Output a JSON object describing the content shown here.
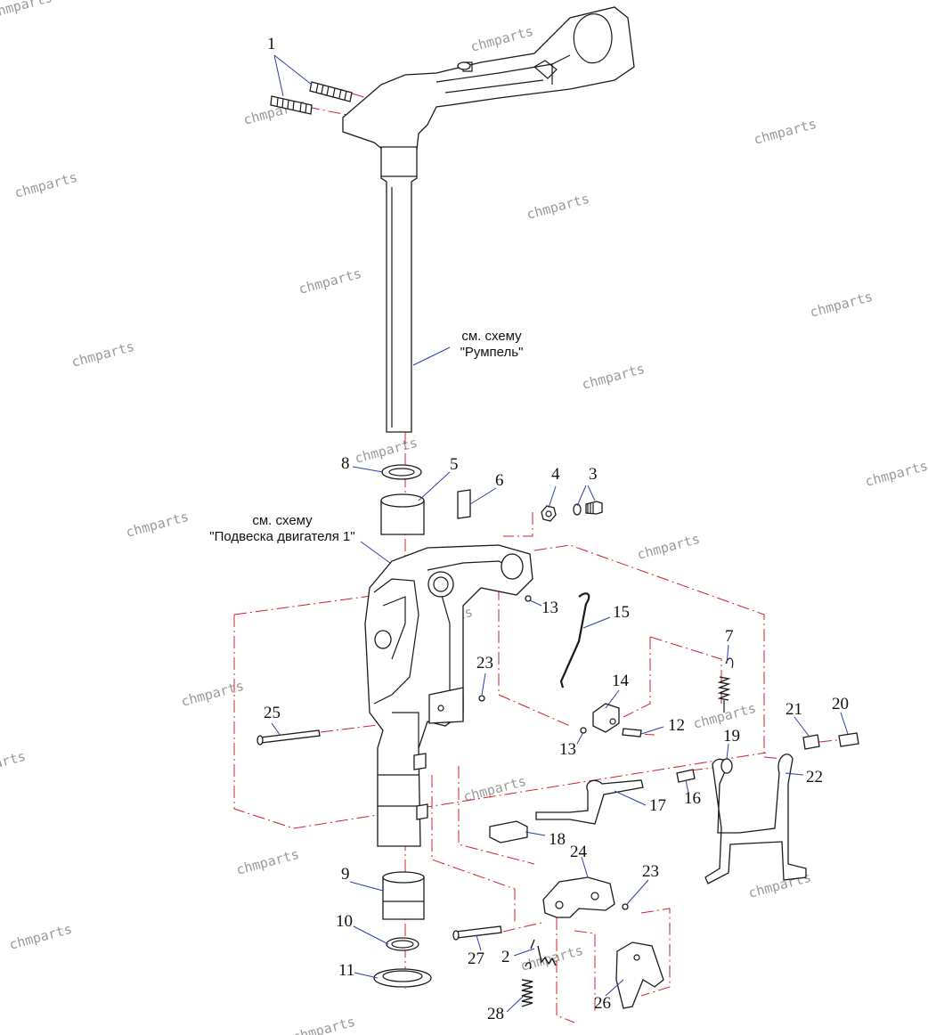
{
  "diagram": {
    "watermark_text": "chmparts",
    "references": {
      "tiller": {
        "line1": "см. схему",
        "line2": "\"Румпель\""
      },
      "suspension": {
        "line1": "см. схему",
        "line2": "\"Подвеска двигателя 1\""
      }
    },
    "callouts": {
      "c1": "1",
      "c2": "2",
      "c3": "3",
      "c4": "4",
      "c5": "5",
      "c6": "6",
      "c7": "7",
      "c8": "8",
      "c9": "9",
      "c10": "10",
      "c11": "11",
      "c12": "12",
      "c13a": "13",
      "c13b": "13",
      "c14": "14",
      "c15": "15",
      "c16": "16",
      "c17": "17",
      "c18": "18",
      "c19": "19",
      "c20": "20",
      "c21": "21",
      "c22": "22",
      "c23a": "23",
      "c23b": "23",
      "c24": "24",
      "c25": "25",
      "c26": "26",
      "c27": "27",
      "c28": "28"
    },
    "colors": {
      "leader": "#2b3fa8",
      "axis": "#d0212a",
      "outline": "#1a1a1a",
      "watermark": "#9a9a9a"
    }
  }
}
